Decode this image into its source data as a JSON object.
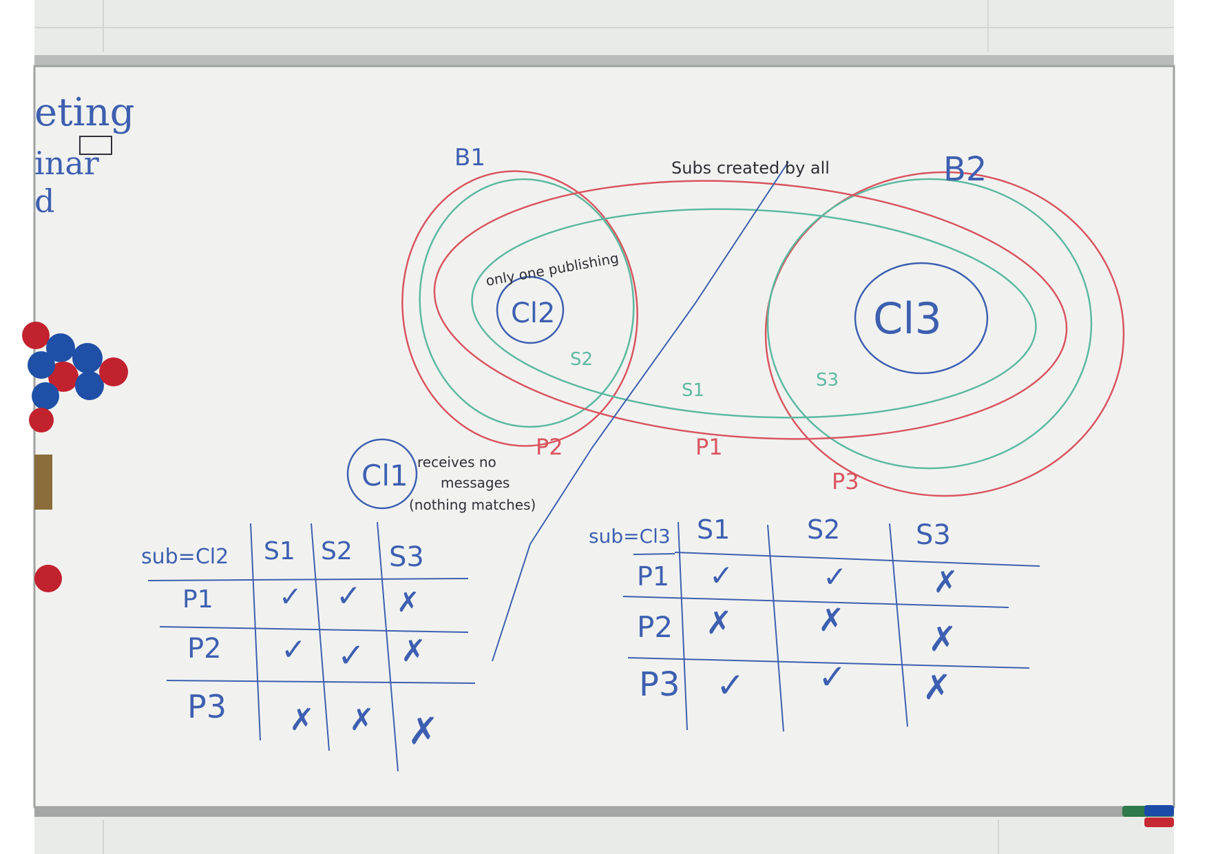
{
  "scene": {
    "description_colors": {
      "wall": "#e9ebe8",
      "board": "#f1f2f0",
      "frame": "#a7aaa9",
      "blue_marker": "#3d5fb0",
      "red_marker": "#d9545f",
      "green_marker": "#5db8a0",
      "black_marker": "#2e2e35",
      "magnet_blue": "#1f4fa6",
      "magnet_red": "#c2212e"
    },
    "left_edge_text": [
      "eting",
      "inar",
      "d"
    ],
    "labels": {
      "b1": "B1",
      "b2": "B2",
      "subs_created": "Subs created by all",
      "only_one": "only one publishing",
      "cl2": "Cl2",
      "cl3": "Cl3",
      "cl1": "Cl1",
      "cl1_note_1": "receives no",
      "cl1_note_2": "messages",
      "cl1_note_3": "(nothing matches)",
      "s1": "S1",
      "s2": "S2",
      "s3": "S3",
      "p1": "P1",
      "p2": "P2",
      "p3": "P3"
    },
    "table_left": {
      "header": [
        "sub=Cl2",
        "S1",
        "S2",
        "S3"
      ],
      "rows": [
        [
          "P1",
          "✓",
          "✓",
          "✗"
        ],
        [
          "P2",
          "✓",
          "✓",
          "✗"
        ],
        [
          "P3",
          "✗",
          "✗",
          "✗"
        ]
      ]
    },
    "table_right": {
      "header": [
        "sub=Cl3",
        "S1",
        "S2",
        "S3"
      ],
      "rows": [
        [
          "P1",
          "✓",
          "✓",
          "✗"
        ],
        [
          "P2",
          "✗",
          "✗",
          "✗"
        ],
        [
          "P3",
          "✓",
          "✓",
          "✗"
        ]
      ]
    }
  }
}
